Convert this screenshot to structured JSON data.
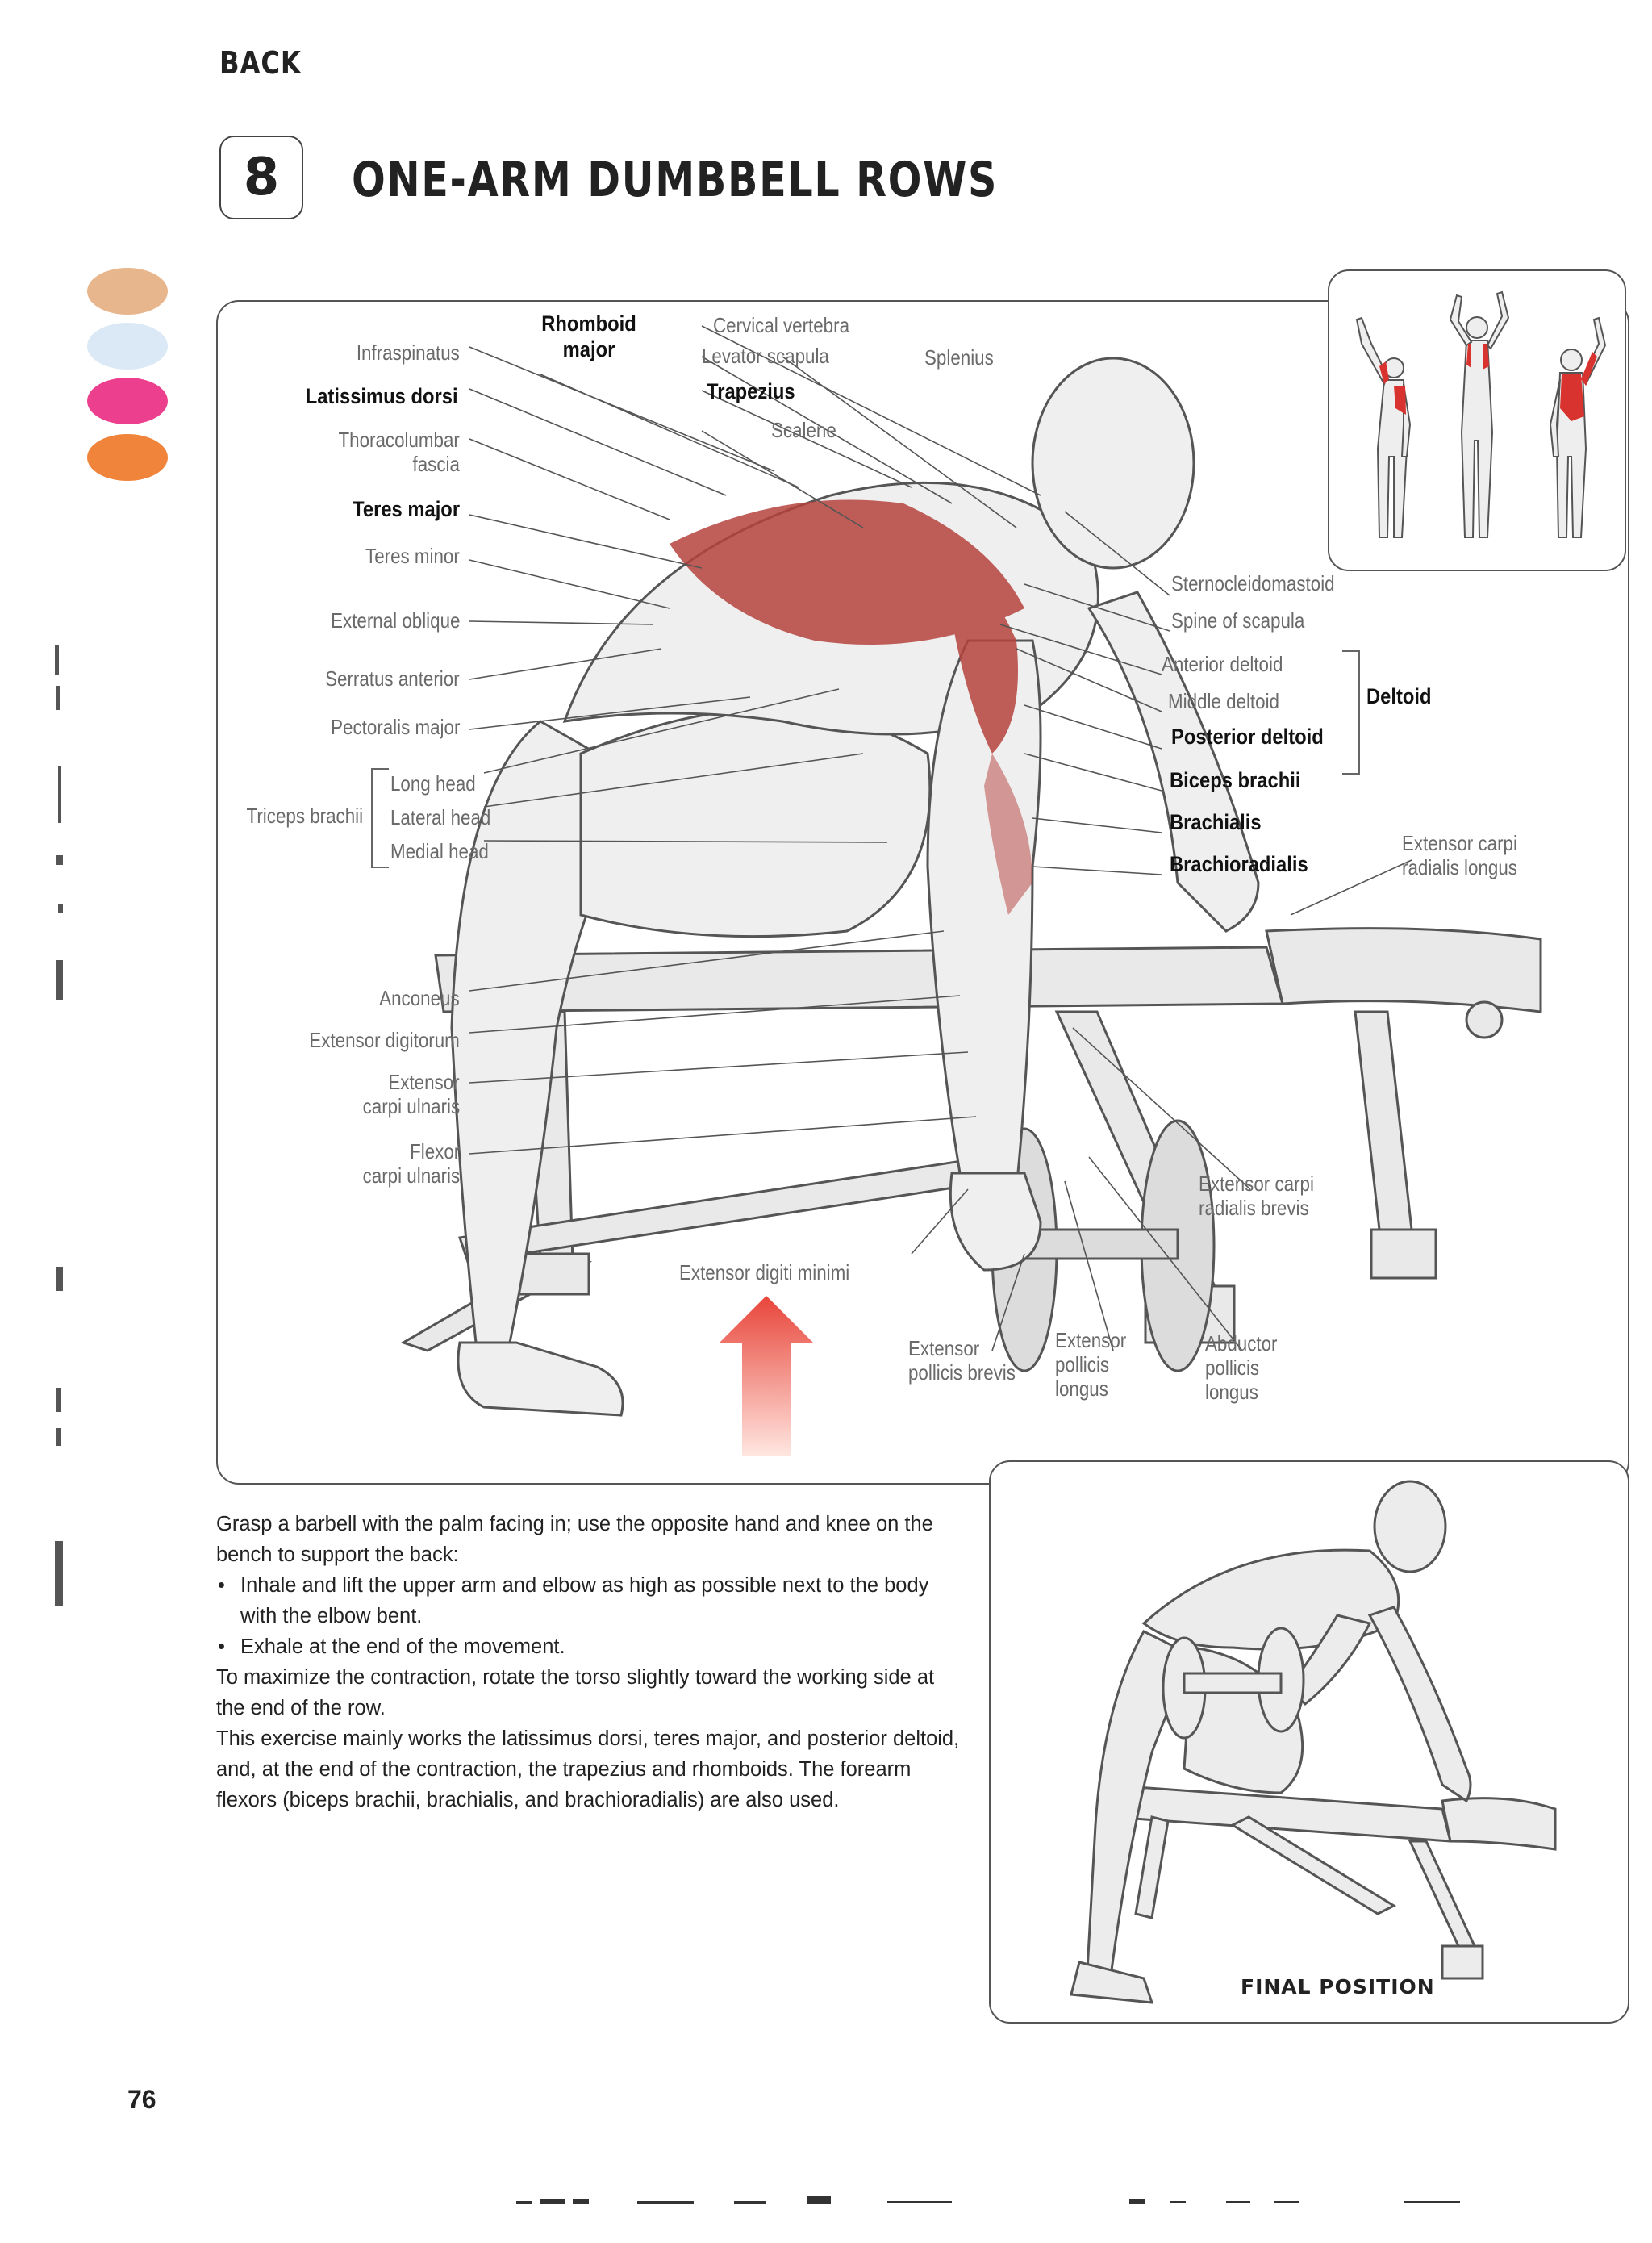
{
  "header": {
    "section": "BACK",
    "exercise_number": "8",
    "title": "ONE-ARM DUMBBELL ROWS"
  },
  "colors": {
    "dot1": "#e8b68c",
    "dot2": "#dbe8f6",
    "dot3": "#ec3f8e",
    "dot4": "#f0843a",
    "muscle": "#b5413c"
  },
  "labels": {
    "infraspinatus": "Infraspinatus",
    "latissimus": "Latissimus dorsi",
    "thoracolumbar1": "Thoracolumbar",
    "thoracolumbar2": "fascia",
    "teres_major": "Teres major",
    "teres_minor": "Teres minor",
    "external_oblique": "External oblique",
    "serratus": "Serratus anterior",
    "pectoralis": "Pectoralis major",
    "triceps": "Triceps brachii",
    "long_head": "Long head",
    "lateral_head": "Lateral head",
    "medial_head": "Medial head",
    "rhomboid1": "Rhomboid",
    "rhomboid2": "major",
    "cervical": "Cervical vertebra",
    "levator": "Levator scapula",
    "trapezius": "Trapezius",
    "scalene": "Scalene",
    "splenius": "Splenius",
    "sternocleido": "Sternocleidomastoid",
    "spine_scapula": "Spine of scapula",
    "anterior_deltoid": "Anterior deltoid",
    "middle_deltoid": "Middle deltoid",
    "posterior_deltoid": "Posterior deltoid",
    "deltoid": "Deltoid",
    "biceps": "Biceps brachii",
    "brachialis": "Brachialis",
    "brachioradialis": "Brachioradialis",
    "ecrl1": "Extensor carpi",
    "ecrl2": "radialis longus",
    "anconeus": "Anconeus",
    "ext_digitorum": "Extensor digitorum",
    "ecu1": "Extensor",
    "ecu2": "carpi ulnaris",
    "fcu1": "Flexor",
    "fcu2": "carpi ulnaris",
    "ecrb1": "Extensor carpi",
    "ecrb2": "radialis brevis",
    "ext_digiti": "Extensor digiti  minimi",
    "epb1": "Extensor",
    "epb2": "pollicis brevis",
    "epl1": "Extensor",
    "epl2": "pollicis",
    "epl3": "longus",
    "apl1": "Abductor",
    "apl2": "pollicis",
    "apl3": "longus"
  },
  "body": {
    "intro": "Grasp a barbell with the palm facing in; use the opposite hand and knee on the bench to support the back:",
    "bullet1": "Inhale and lift the upper arm and elbow as high as possible next to the body with the elbow bent.",
    "bullet2": "Exhale at the end of the movement.",
    "p2": "To maximize the contraction, rotate the torso slightly toward the working side at the end of the row.",
    "p3": "This exercise mainly works the latissimus dorsi, teres major, and posterior deltoid, and, at the end of the contraction, the trapezius and rhomboids. The forearm flexors (biceps brachii, brachialis, and brachioradialis) are also used."
  },
  "final_caption": "FINAL POSITION",
  "page_number": "76"
}
